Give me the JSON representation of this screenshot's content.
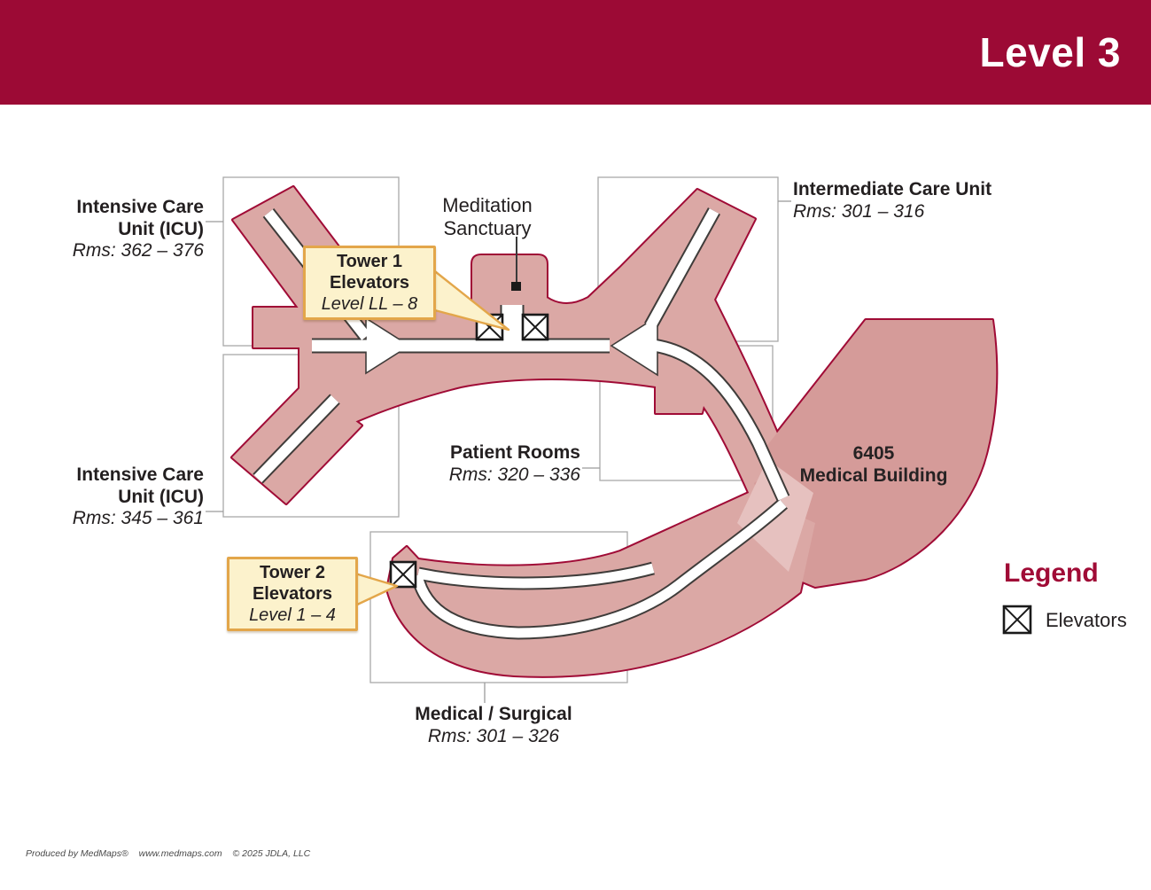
{
  "header": {
    "title": "Level 3"
  },
  "map": {
    "labels": {
      "icu_top": {
        "line1": "Intensive Care",
        "line2": "Unit (ICU)",
        "rooms": "Rms: 362 – 376"
      },
      "icu_bottom": {
        "line1": "Intensive Care",
        "line2": "Unit (ICU)",
        "rooms": "Rms: 345 – 361"
      },
      "intermediate": {
        "line1": "Intermediate Care Unit",
        "rooms": "Rms: 301 – 316"
      },
      "patient": {
        "line1": "Patient Rooms",
        "rooms": "Rms: 320 – 336"
      },
      "med_surg": {
        "line1": "Medical / Surgical",
        "rooms": "Rms: 301 – 326"
      },
      "meditation": {
        "line1": "Meditation",
        "line2": "Sanctuary"
      },
      "building": {
        "line1": "6405",
        "line2": "Medical Building"
      }
    },
    "callouts": {
      "tower1": {
        "line1": "Tower 1",
        "line2": "Elevators",
        "levels": "Level LL – 8"
      },
      "tower2": {
        "line1": "Tower 2",
        "line2": "Elevators",
        "levels": "Level 1 – 4"
      }
    }
  },
  "legend": {
    "title": "Legend",
    "elevators_label": "Elevators"
  },
  "footer": {
    "produced_by": "Produced by MedMaps®",
    "website": "www.medmaps.com",
    "copyright": "© 2025 JDLA, LLC"
  },
  "colors": {
    "header_red": "#9C0A35",
    "outline_red": "#A00B36",
    "area_fill": "#DBA8A5",
    "building_fill": "#D59B99",
    "overlap_fill": "#E6C1BF",
    "callout_fill": "#FCF2CC",
    "callout_border": "#E3A64A",
    "legend_red": "#A00B36"
  }
}
